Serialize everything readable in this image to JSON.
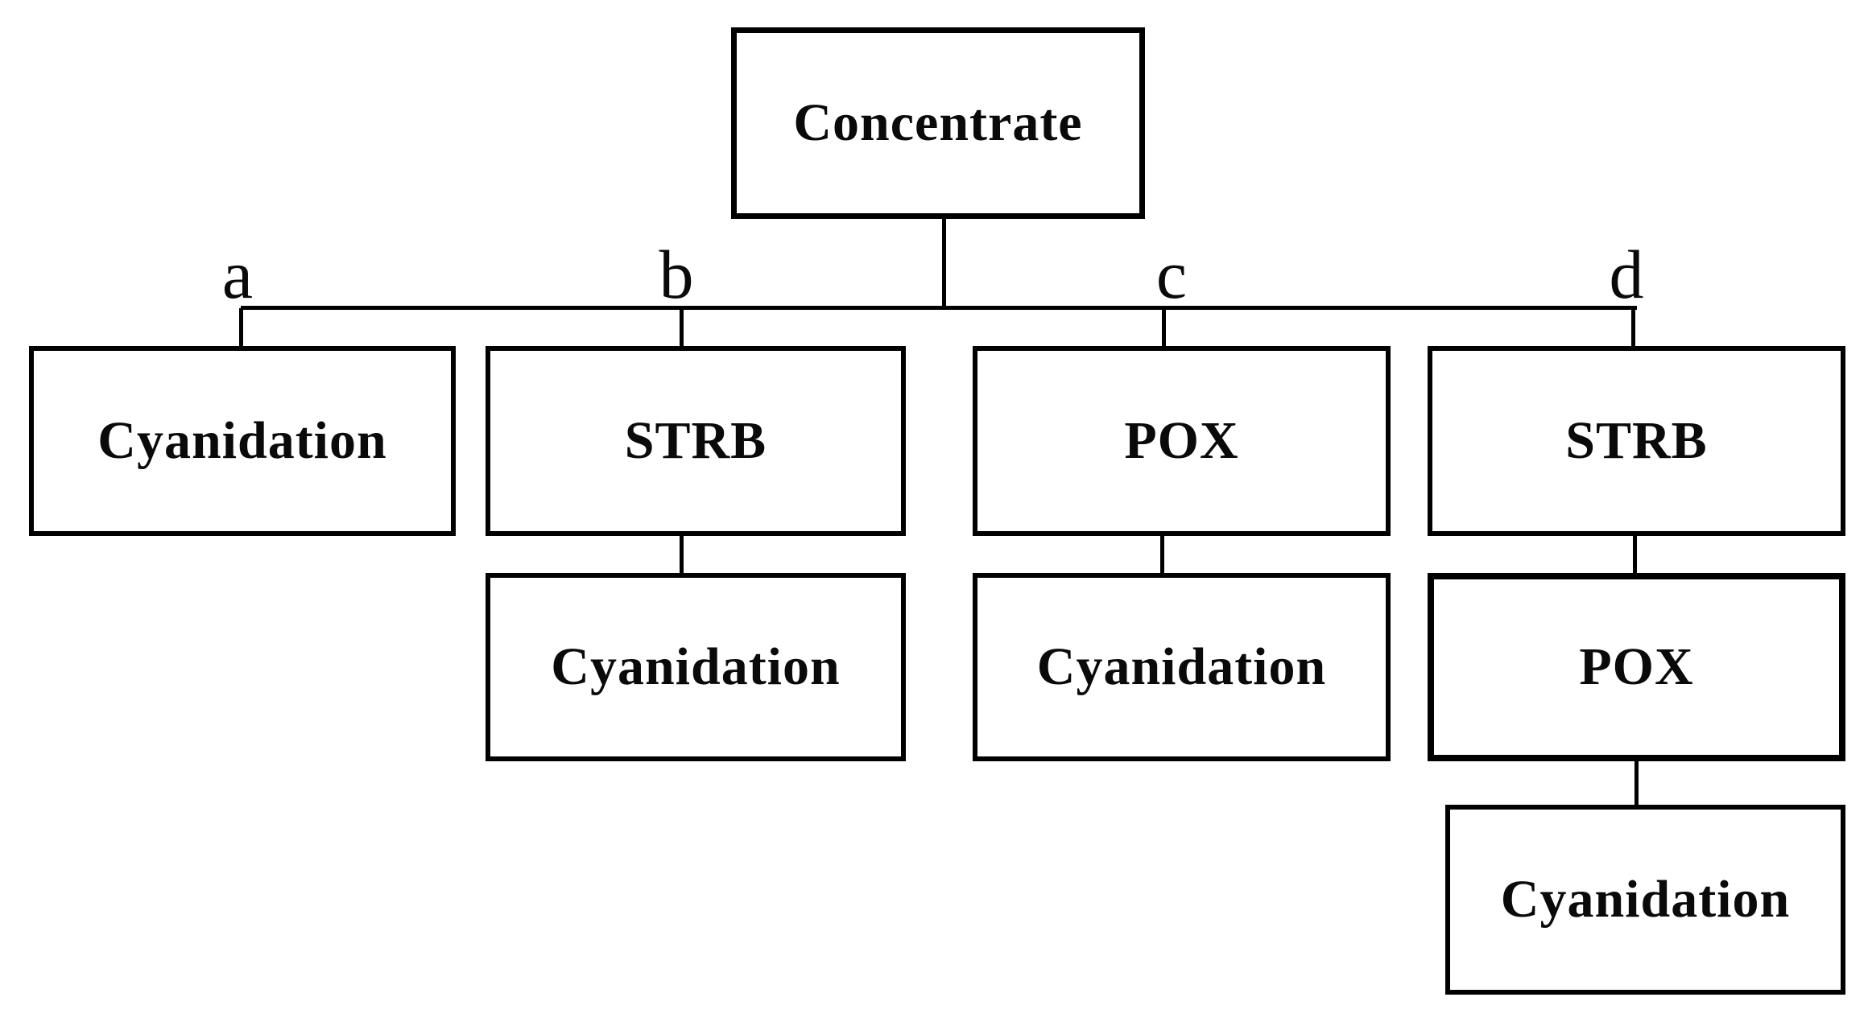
{
  "figure": {
    "type": "process-flowsheet-tree",
    "colors": {
      "background": "#ffffff",
      "line": "#000000",
      "text": "#000000"
    }
  },
  "root": {
    "label": "Concentrate"
  },
  "branch_labels": {
    "a": "a",
    "b": "b",
    "c": "c",
    "d": "d"
  },
  "nodes": {
    "a1": "Cyanidation",
    "b1": "STRB",
    "b2": "Cyanidation",
    "c1": "POX",
    "c2": "Cyanidation",
    "d1": "STRB",
    "d2": "POX",
    "d3": "Cyanidation"
  },
  "branches": [
    {
      "label": "a",
      "sequence": [
        "Cyanidation"
      ]
    },
    {
      "label": "b",
      "sequence": [
        "STRB",
        "Cyanidation"
      ]
    },
    {
      "label": "c",
      "sequence": [
        "POX",
        "Cyanidation"
      ]
    },
    {
      "label": "d",
      "sequence": [
        "STRB",
        "POX",
        "Cyanidation"
      ]
    }
  ]
}
